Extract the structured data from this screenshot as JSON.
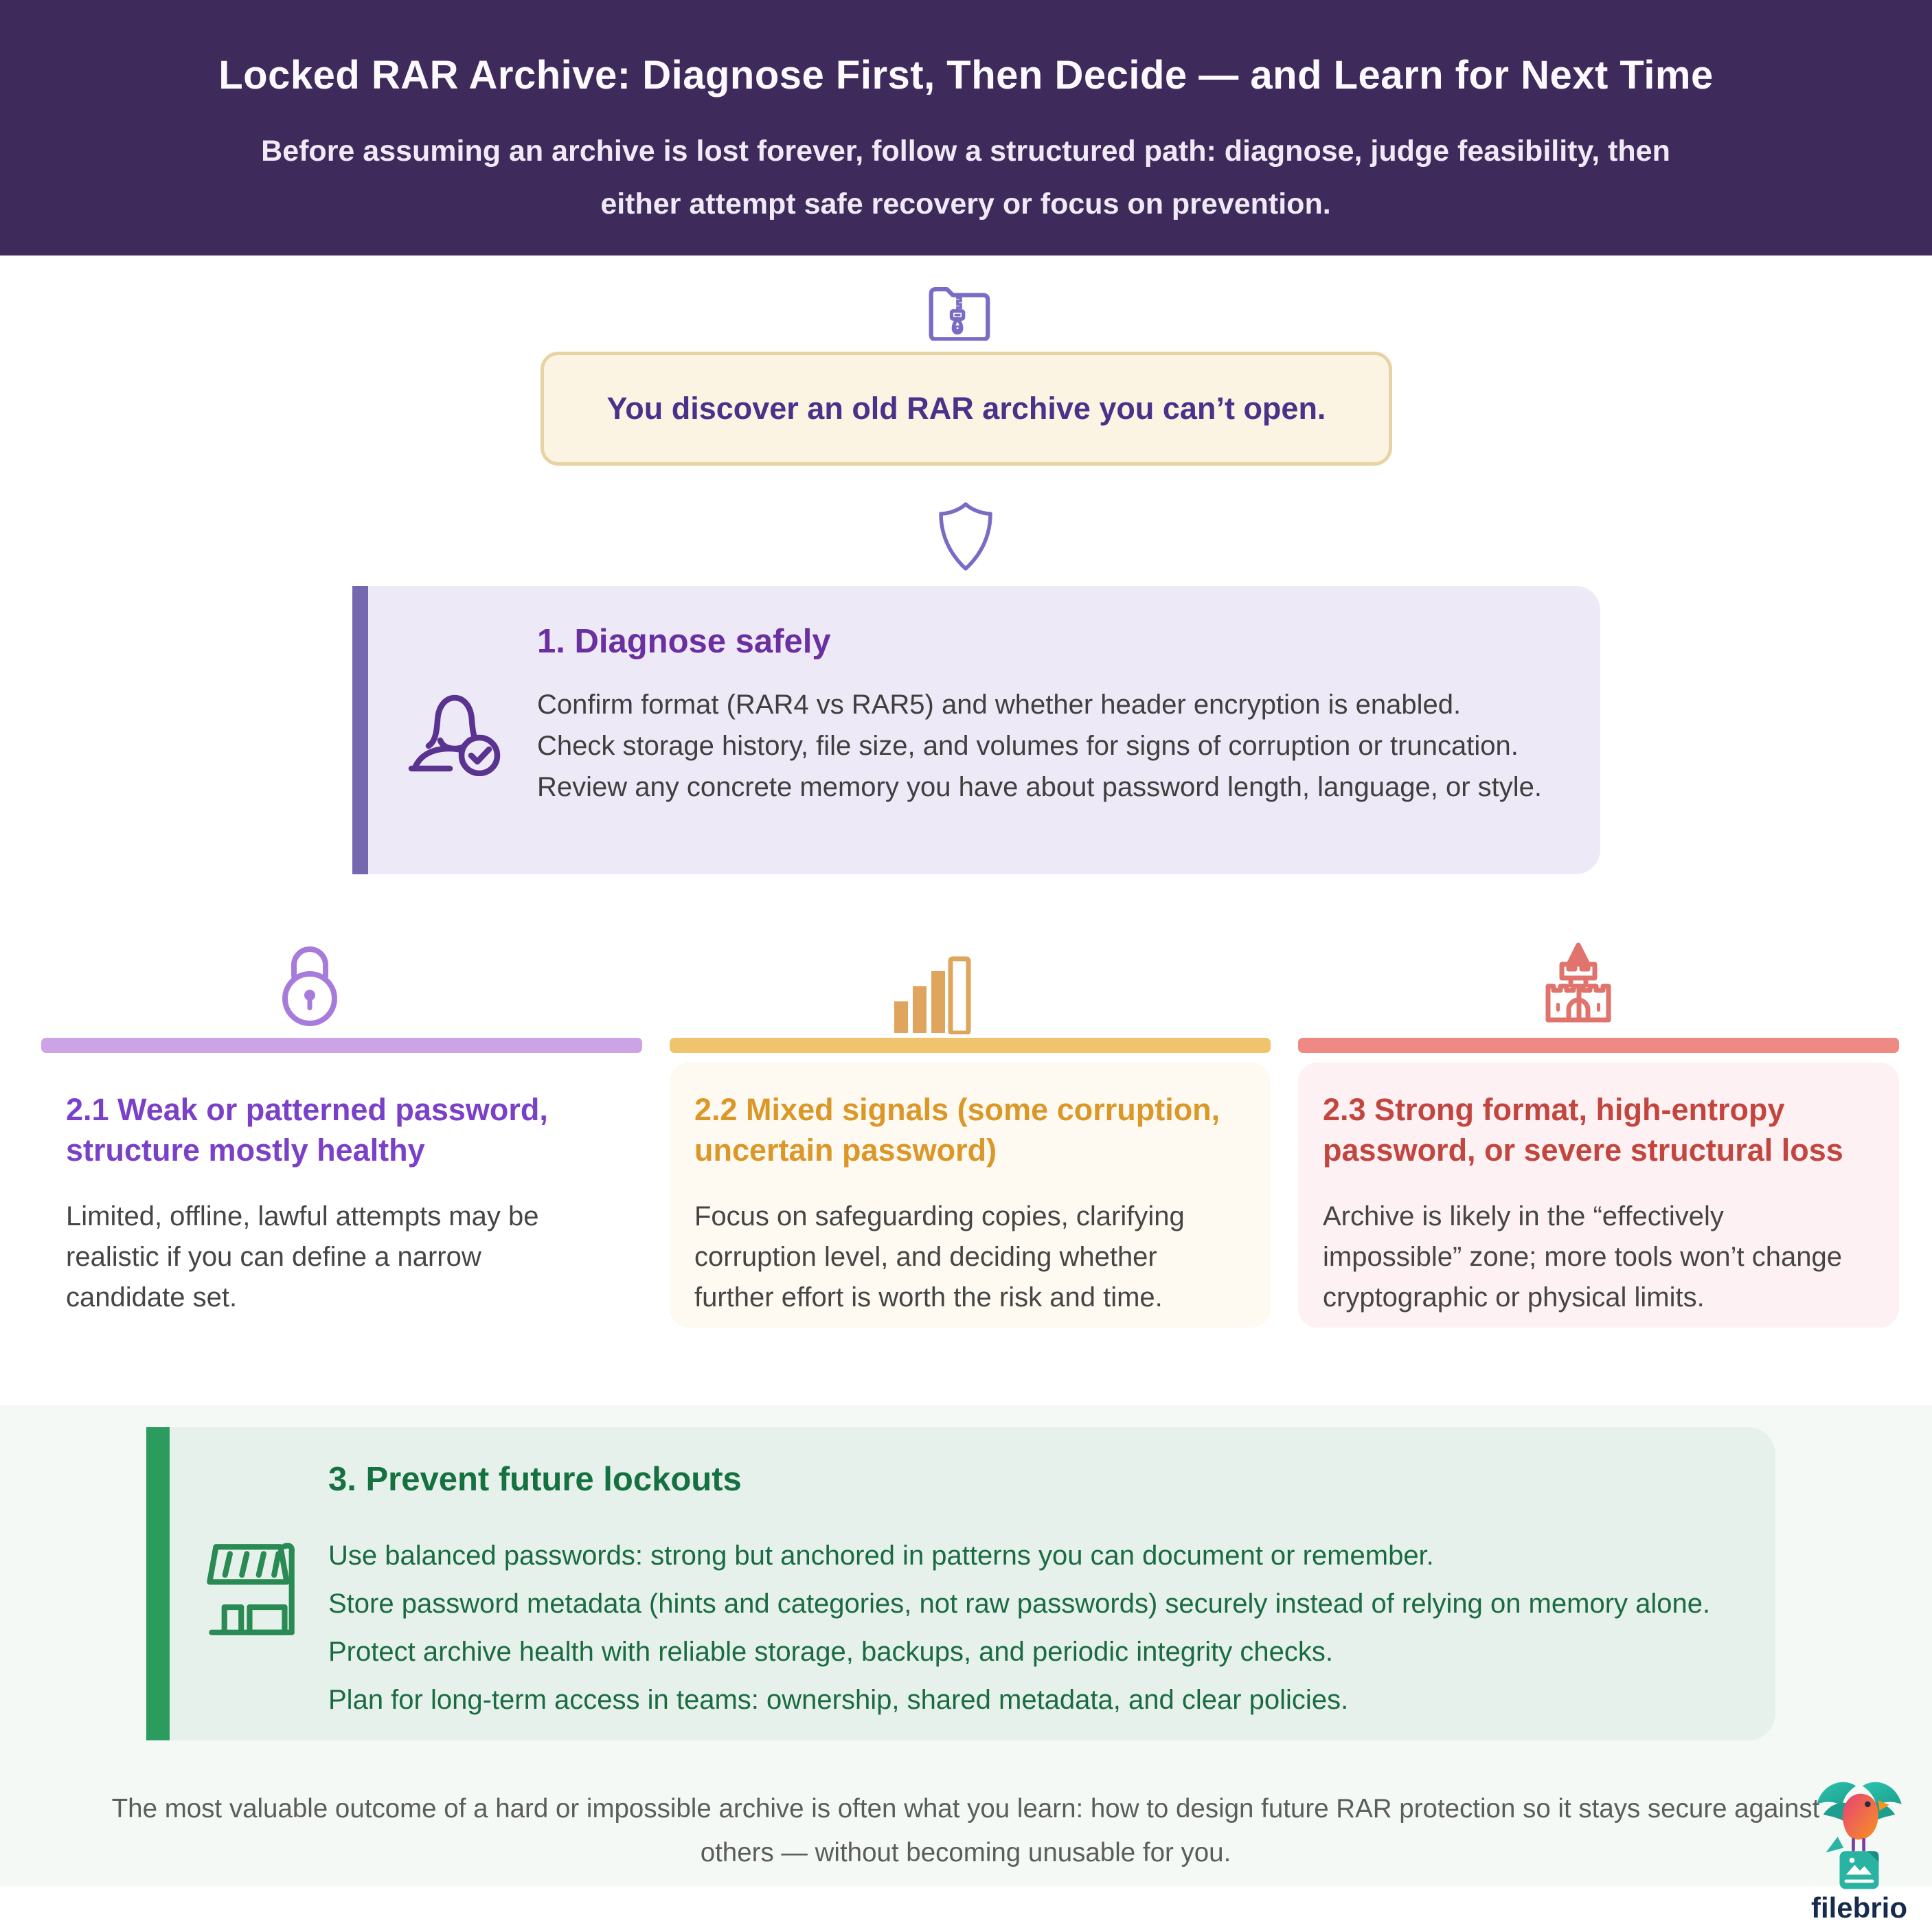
{
  "header": {
    "title": "Locked RAR Archive: Diagnose First, Then Decide — and Learn for Next Time",
    "subtitle_line1": "Before assuming an archive is lost forever, follow a structured path: diagnose, judge feasibility, then",
    "subtitle_line2": "either attempt safe recovery or focus on prevention."
  },
  "callout": {
    "text": "You discover an old RAR archive you can’t open."
  },
  "diagnose": {
    "title": "1. Diagnose safely",
    "lines": [
      "Confirm format (RAR4 vs RAR5) and whether header encryption is enabled.",
      "Check storage history, file size, and volumes for signs of corruption or truncation.",
      "Review any concrete memory you have about password length, language, or style."
    ]
  },
  "branches": [
    {
      "icon": "lock-icon",
      "title_lines": [
        "2.1 Weak or patterned password,",
        "structure mostly healthy"
      ],
      "body_lines": [
        "Limited, offline, lawful attempts may be",
        "realistic if you can define a narrow",
        "candidate set."
      ]
    },
    {
      "icon": "bar-chart-icon",
      "title_lines": [
        "2.2 Mixed signals (some corruption,",
        "uncertain password)"
      ],
      "body_lines": [
        "Focus on safeguarding copies, clarifying",
        "corruption level, and deciding whether",
        "further effort is worth the risk and time."
      ]
    },
    {
      "icon": "castle-icon",
      "title_lines": [
        "2.3 Strong format, high-entropy",
        "password, or severe structural loss"
      ],
      "body_lines": [
        "Archive is likely in the “effectively",
        "impossible” zone; more tools won’t change",
        "cryptographic or physical limits."
      ]
    }
  ],
  "prevent": {
    "title": "3. Prevent future lockouts",
    "lines": [
      "Use balanced passwords: strong but anchored in patterns you can document or remember.",
      "Store password metadata (hints and categories, not raw passwords) securely instead of relying on memory alone.",
      "Protect archive health with reliable storage, backups, and periodic integrity checks.",
      "Plan for long-term access in teams: ownership, shared metadata, and clear policies."
    ]
  },
  "footer": {
    "line1": "The most valuable outcome of a hard or impossible archive is often what you learn: how to design future RAR protection so it stays secure against",
    "line2": "others — without becoming unusable for you.",
    "brand": "filebrio"
  },
  "colors": {
    "header_bg": "#3E2A5B",
    "callout_bg": "#FCF4E3",
    "callout_border": "#E7D3A3",
    "callout_text": "#4A3189",
    "flow_icon_purple": "#7A6CC5",
    "section1_bg": "#EDE9F7",
    "section1_accent": "#7568AF",
    "section1_title": "#6B2FA0",
    "body_text": "#3F3F3F",
    "branch1_icon": "#A77BDB",
    "branch1_rule": "#CCA3E4",
    "branch1_title": "#7B40C8",
    "branch2_icon": "#DFA55C",
    "branch2_rule": "#F0C46C",
    "branch2_title": "#DB9728",
    "branch2_card": "#FEFAF1",
    "branch3_icon": "#E0736C",
    "branch3_rule": "#EF8983",
    "branch3_title": "#C2453E",
    "branch3_card": "#FDF1F3",
    "section3_band": "#F4F9F6",
    "section3_card": "#E5F1EA",
    "section3_accent": "#2C9C5E",
    "section3_title": "#15713F",
    "section3_text": "#1B6B42",
    "footer_text": "#5C5C5C",
    "brand_text": "#172B4D",
    "logo_teal": "#29B3A2",
    "logo_pink": "#E8407A",
    "logo_orange": "#F7941E"
  }
}
